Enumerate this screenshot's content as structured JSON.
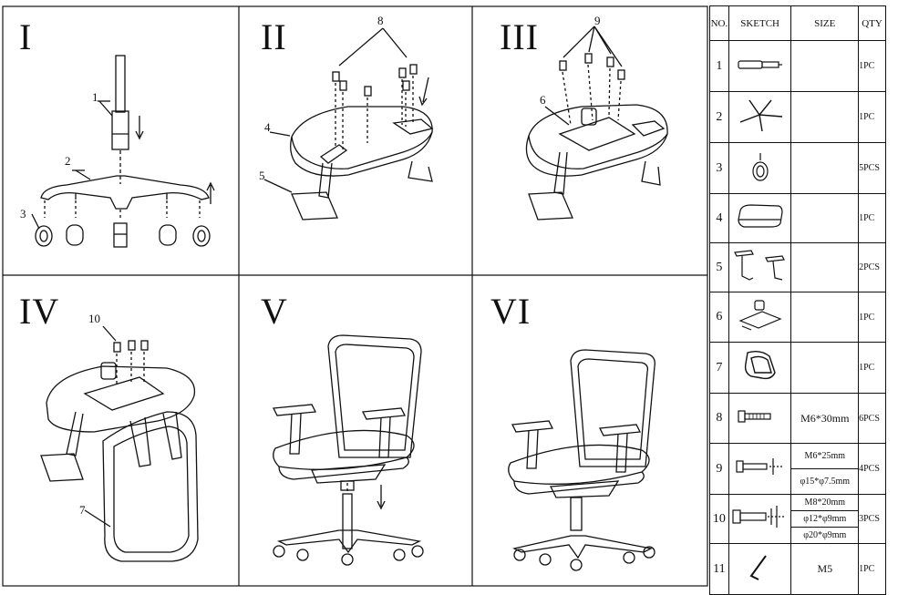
{
  "steps": [
    {
      "numeral": "I",
      "callouts": [
        "1",
        "2",
        "3"
      ]
    },
    {
      "numeral": "II",
      "callouts": [
        "8",
        "4",
        "5"
      ]
    },
    {
      "numeral": "III",
      "callouts": [
        "9",
        "6"
      ]
    },
    {
      "numeral": "IV",
      "callouts": [
        "10",
        "7"
      ]
    },
    {
      "numeral": "V",
      "callouts": []
    },
    {
      "numeral": "VI",
      "callouts": []
    }
  ],
  "table": {
    "headers": {
      "no": "NO.",
      "sketch": "SKETCH",
      "size": "SIZE",
      "qty": "QTY"
    },
    "rows": [
      {
        "no": "1",
        "sketch_icon": "gas-cylinder-icon",
        "size": "",
        "qty": "1PC"
      },
      {
        "no": "2",
        "sketch_icon": "star-base-icon",
        "size": "",
        "qty": "1PC"
      },
      {
        "no": "3",
        "sketch_icon": "caster-wheel-icon",
        "size": "",
        "qty": "5PCS"
      },
      {
        "no": "4",
        "sketch_icon": "seat-cushion-icon",
        "size": "",
        "qty": "1PC"
      },
      {
        "no": "5",
        "sketch_icon": "armrest-pair-icon",
        "size": "",
        "qty": "2PCS"
      },
      {
        "no": "6",
        "sketch_icon": "tilt-mechanism-icon",
        "size": "",
        "qty": "1PC"
      },
      {
        "no": "7",
        "sketch_icon": "backrest-icon",
        "size": "",
        "qty": "1PC"
      },
      {
        "no": "8",
        "sketch_icon": "bolt-icon",
        "size": "M6*30mm",
        "qty": "6PCS"
      },
      {
        "no": "9",
        "sketch_icon": "bolt-washer-icon",
        "size_lines": [
          "M6*25mm",
          "φ15*φ7.5mm"
        ],
        "qty": "4PCS"
      },
      {
        "no": "10",
        "sketch_icon": "bolt-double-washer-icon",
        "size_lines": [
          "M8*20mm",
          "φ12*φ9mm",
          "φ20*φ9mm"
        ],
        "qty": "3PCS"
      },
      {
        "no": "11",
        "sketch_icon": "allen-key-icon",
        "size": "M5",
        "qty": "1PC"
      }
    ]
  }
}
